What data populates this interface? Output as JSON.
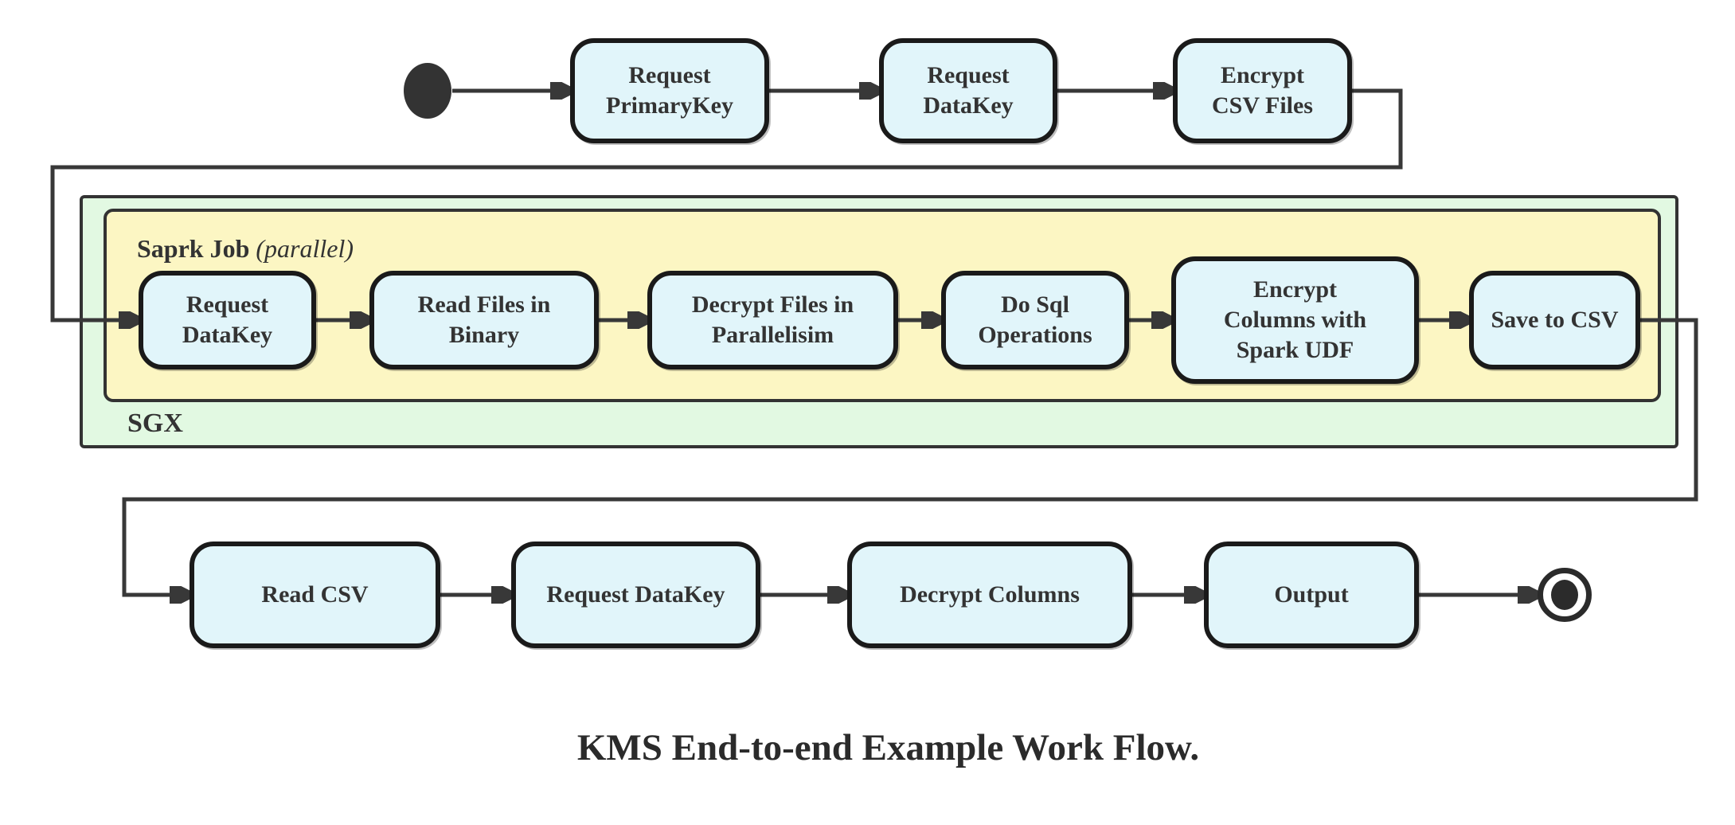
{
  "diagram": {
    "caption": "KMS End-to-end Example Work Flow.",
    "colors": {
      "node_fill": "#e1f5fa",
      "node_border": "#1a1a1a",
      "spark_container_fill": "#fcf6c3",
      "sgx_container_fill": "#e2f9e2",
      "container_border": "#333333",
      "edge": "#383838",
      "text": "#333333"
    },
    "top_row": {
      "nodes": [
        {
          "label": "Request\nPrimaryKey"
        },
        {
          "label": "Request\nDataKey"
        },
        {
          "label": "Encrypt\nCSV Files"
        }
      ]
    },
    "sgx_container": {
      "label": "SGX",
      "spark_container": {
        "label_bold": "Saprk Job",
        "label_italic": "(parallel)",
        "nodes": [
          {
            "label": "Request\nDataKey"
          },
          {
            "label": "Read Files in\nBinary"
          },
          {
            "label": "Decrypt Files in\nParallelisim"
          },
          {
            "label": "Do Sql\nOperations"
          },
          {
            "label": "Encrypt\nColumns with\nSpark UDF"
          },
          {
            "label": "Save to CSV"
          }
        ]
      }
    },
    "bottom_row": {
      "nodes": [
        {
          "label": "Read CSV"
        },
        {
          "label": "Request DataKey"
        },
        {
          "label": "Decrypt Columns"
        },
        {
          "label": "Output"
        }
      ]
    }
  }
}
